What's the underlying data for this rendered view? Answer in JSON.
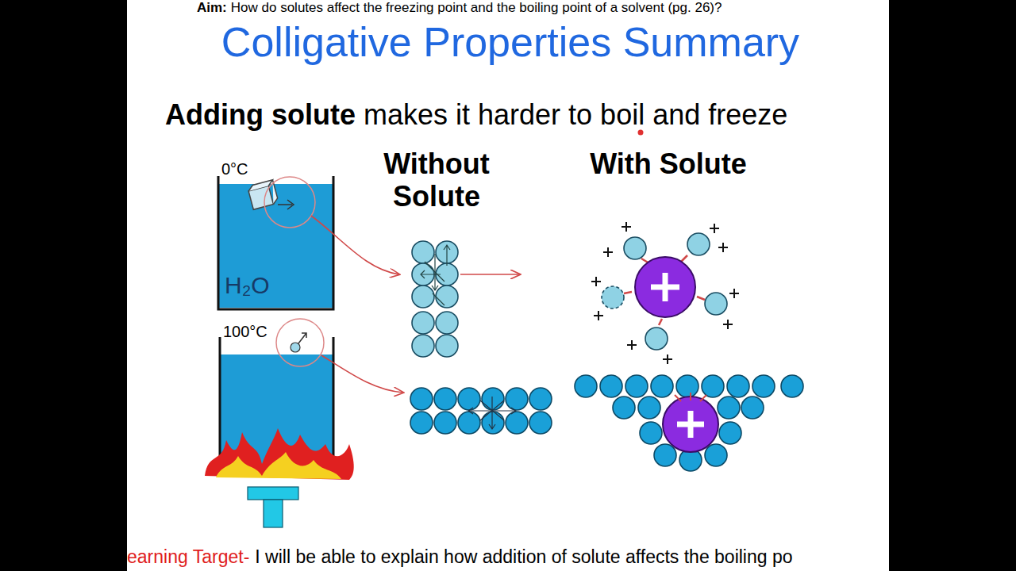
{
  "diagram": {
    "title": "Colligative Properties Summary",
    "labels": [
      "Aim:",
      "How do solutes affect the freezing point and the boiling point of a solvent (pg. 26)?",
      "Adding solute",
      "makes it harder to boil and freeze",
      "Without Solute",
      "With Solute",
      "0°C",
      "H₂O",
      "100°C",
      "earning Target-",
      "I will be able to explain how addition of solute affects the boiling po"
    ]
  }
}
